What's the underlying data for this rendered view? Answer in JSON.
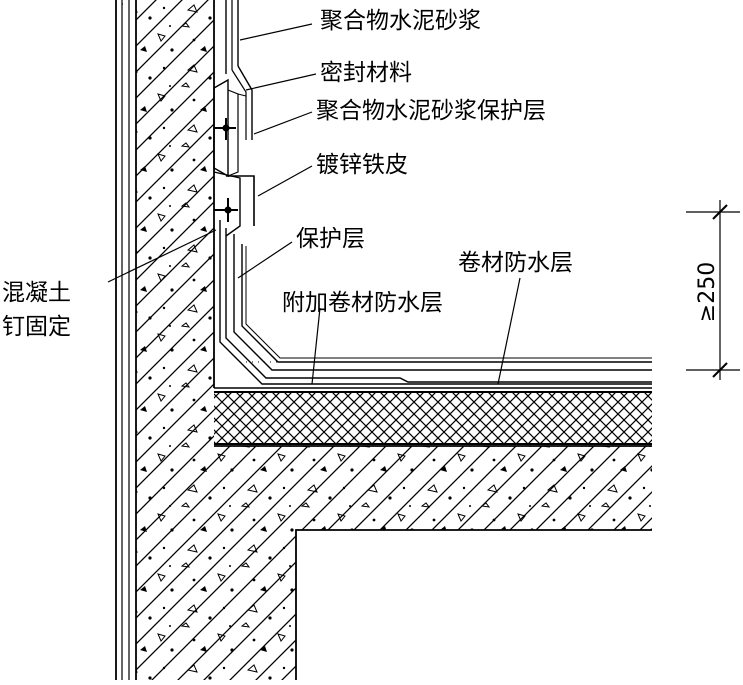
{
  "labels": {
    "polymer_mortar": "聚合物水泥砂浆",
    "sealant": "密封材料",
    "polymer_mortar_protective_layer": "聚合物水泥砂浆保护层",
    "galvanized_sheet": "镀锌铁皮",
    "protective_layer": "保护层",
    "membrane_waterproof_layer": "卷材防水层",
    "additional_membrane_layer": "附加卷材防水层",
    "concrete_nail_line1": "混凝土",
    "concrete_nail_line2": "钉固定"
  },
  "dimension": {
    "upturn_height": "≥250"
  }
}
